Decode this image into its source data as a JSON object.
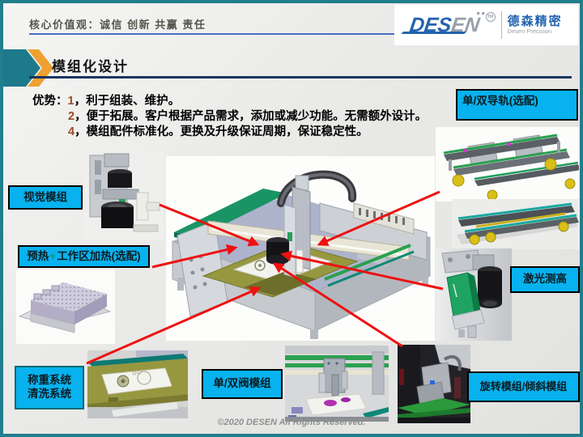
{
  "header": {
    "slogan": "核心价值观：诚信 创新 共赢 责任",
    "logo": {
      "name_part1": "DES",
      "name_part2": "EN",
      "tm": "TM",
      "cn_name": "德森精密",
      "en_name": "Desen Precision"
    }
  },
  "title": {
    "text": "模组化设计"
  },
  "advantages": {
    "prefix": "优势：",
    "items": [
      {
        "num": "1",
        "text": "，利于组装、维护。"
      },
      {
        "num": "2",
        "text": "，便于拓展。客户根据产品需求，添加或减少功能。无需额外设计。"
      },
      {
        "num": "4",
        "text": "，模组配件标准化。更换及升级保证周期，保证稳定性。"
      }
    ]
  },
  "callouts": {
    "rail": "单/双导轨(选配)",
    "vision": "视觉模组",
    "preheat_pre": "预热",
    "preheat_plus": "+",
    "preheat_post": "工作区加热(选配)",
    "laser": "激光测高",
    "weighing_line1": "称重系统",
    "weighing_line2": "清洗系统",
    "valve": "单/双阀模组",
    "rotation": "旋转模组/倾斜模组"
  },
  "footer": {
    "copyright": "©2020 DESEN All Rights Reserved."
  },
  "colors": {
    "callout_bg": "#07B2EE",
    "accent_teal": "#217E8C",
    "accent_orange": "#F0A030",
    "arrow_red": "#EE1111",
    "logo_blue": "#2464AE",
    "logo_gray": "#99A1A9",
    "title_underline": "#17375E",
    "slogan_underline": "#4472C4",
    "advantage_number": "#9C4A28"
  }
}
